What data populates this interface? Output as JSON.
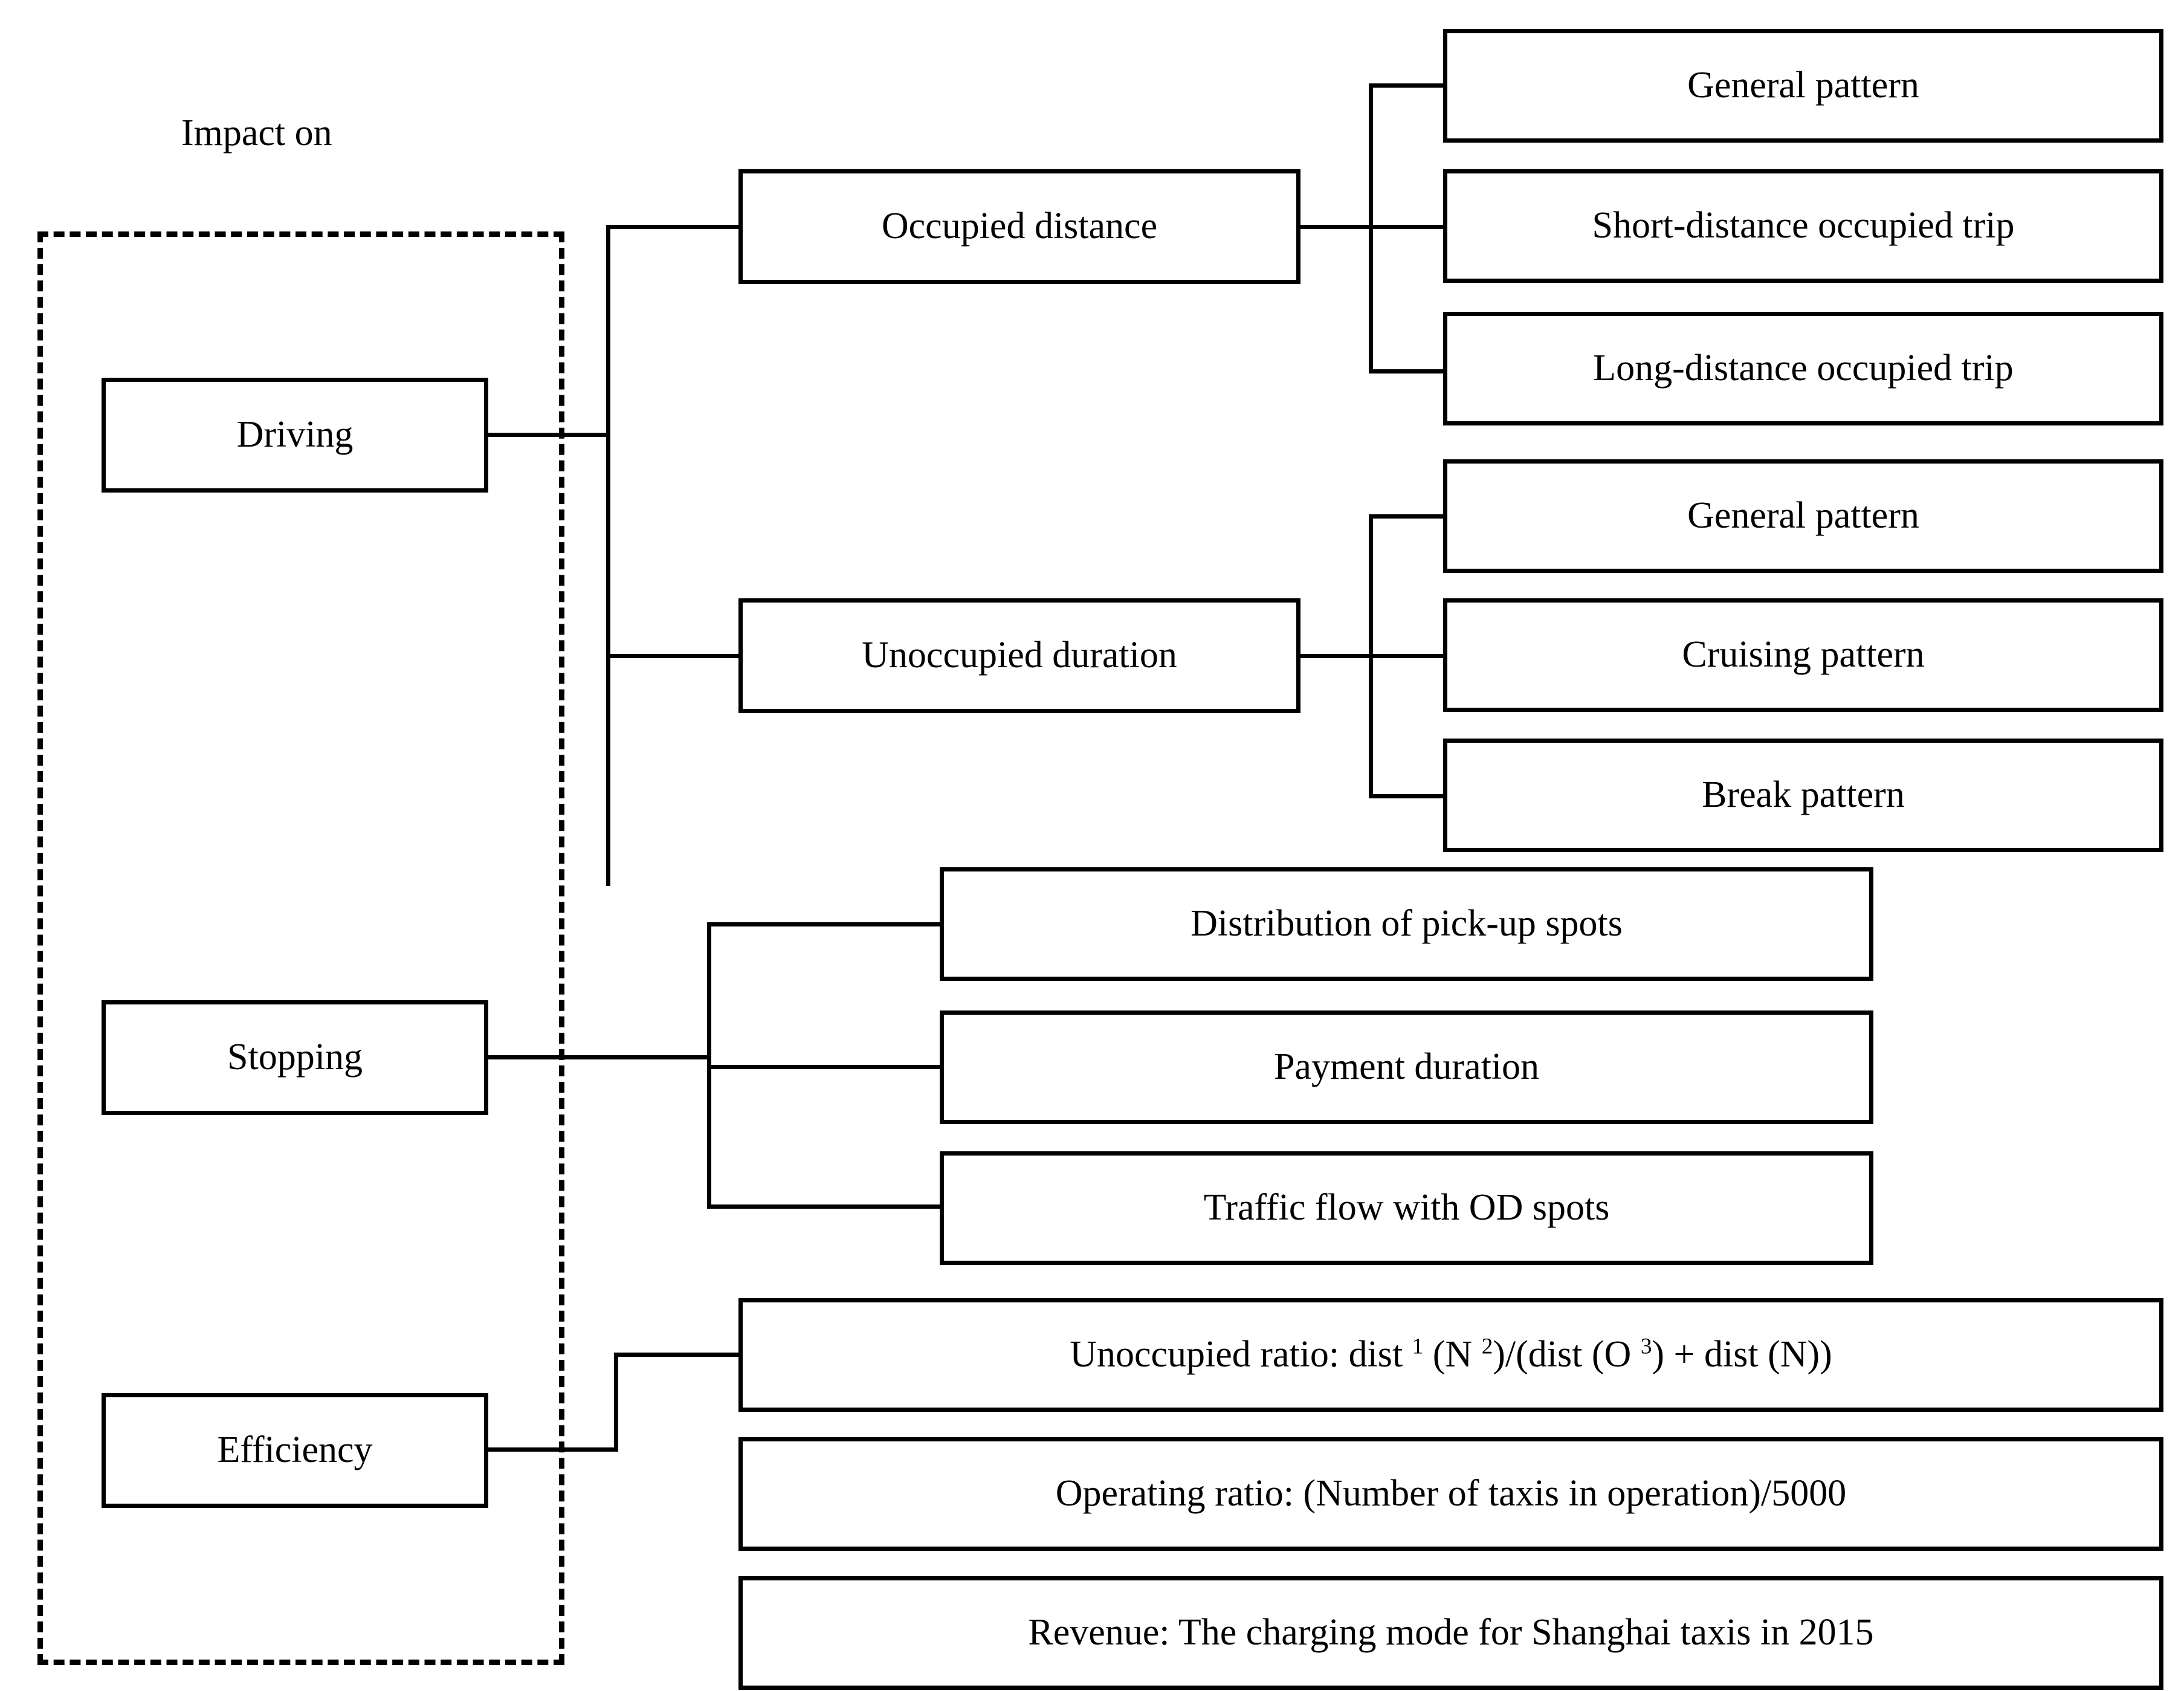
{
  "diagram": {
    "caption": "Impact on",
    "dashed_group_label": "Impact on",
    "level1": [
      {
        "id": "driving",
        "label": "Driving"
      },
      {
        "id": "stopping",
        "label": "Stopping"
      },
      {
        "id": "efficiency",
        "label": "Efficiency"
      }
    ],
    "level2": [
      {
        "id": "occupied-distance",
        "label": "Occupied distance",
        "parent": "driving"
      },
      {
        "id": "unoccupied-duration",
        "label": "Unoccupied duration",
        "parent": "driving"
      }
    ],
    "level3": {
      "occupied_distance": [
        {
          "id": "od-general",
          "label": "General pattern"
        },
        {
          "id": "od-short-trip",
          "label": "Short-distance occupied trip"
        },
        {
          "id": "od-long-trip",
          "label": "Long-distance occupied trip"
        }
      ],
      "unoccupied_duration": [
        {
          "id": "ud-general",
          "label": "General pattern"
        },
        {
          "id": "ud-cruising",
          "label": "Cruising pattern"
        },
        {
          "id": "ud-break",
          "label": "Break pattern"
        }
      ],
      "stopping": [
        {
          "id": "st-pickup-spots",
          "label": "Distribution of pick-up spots"
        },
        {
          "id": "st-payment",
          "label": "Payment duration"
        },
        {
          "id": "st-traffic-flow",
          "label": "Traffic flow with OD spots"
        }
      ],
      "efficiency": [
        {
          "id": "ef-unoccupied-ratio",
          "label": "Unoccupied ratio: dist 1 (N 2)/(dist (O 3) + dist (N))",
          "parts": [
            {
              "t": "Unoccupied ratio: dist ",
              "sup": false
            },
            {
              "t": "1",
              "sup": true
            },
            {
              "t": " (N ",
              "sup": false
            },
            {
              "t": "2",
              "sup": true
            },
            {
              "t": ")/(dist (O ",
              "sup": false
            },
            {
              "t": "3",
              "sup": true
            },
            {
              "t": ") + dist (N))",
              "sup": false
            }
          ]
        },
        {
          "id": "ef-operating-ratio",
          "label": "Operating ratio: (Number of taxis in operation)/5000"
        },
        {
          "id": "ef-revenue",
          "label": "Revenue: The charging mode for Shanghai taxis in 2015"
        }
      ]
    },
    "colors": {
      "stroke": "#000000",
      "background": "#ffffff",
      "text": "#000000"
    }
  }
}
